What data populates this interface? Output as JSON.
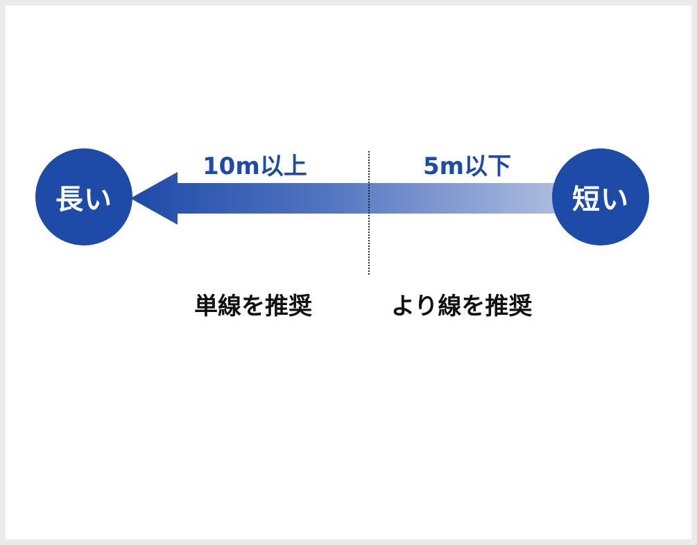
{
  "diagram": {
    "long_label": "長い",
    "short_label": "短い",
    "long_distance": "10m以上",
    "short_distance": "5m以下",
    "long_recommendation": "単線を推奨",
    "short_recommendation": "より線を推奨"
  },
  "colors": {
    "primary_blue": "#1e4aa8",
    "light_blue": "#aebde0",
    "background": "#ffffff",
    "border": "#ebebeb",
    "text_dark": "#111111"
  }
}
